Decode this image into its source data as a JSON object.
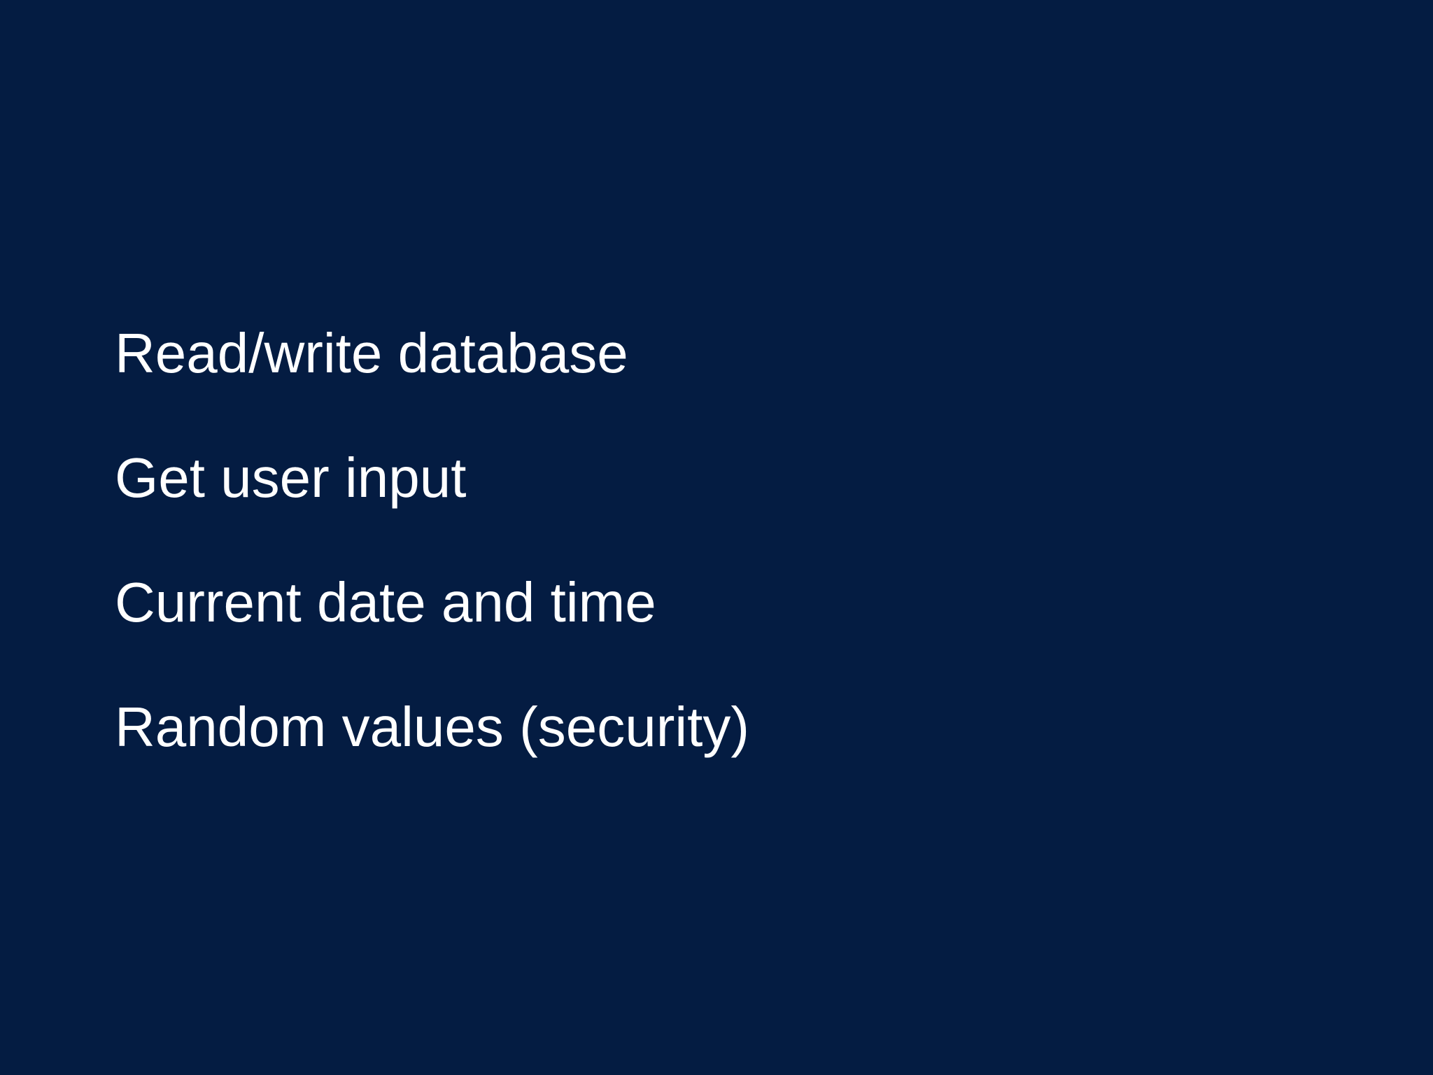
{
  "slide": {
    "background_color": "#041C42",
    "text_color": "#FFFFFF",
    "bullets": [
      {
        "label": "Read/write database"
      },
      {
        "label": "Get user input"
      },
      {
        "label": "Current date and time"
      },
      {
        "label": "Random values (security)"
      }
    ]
  }
}
